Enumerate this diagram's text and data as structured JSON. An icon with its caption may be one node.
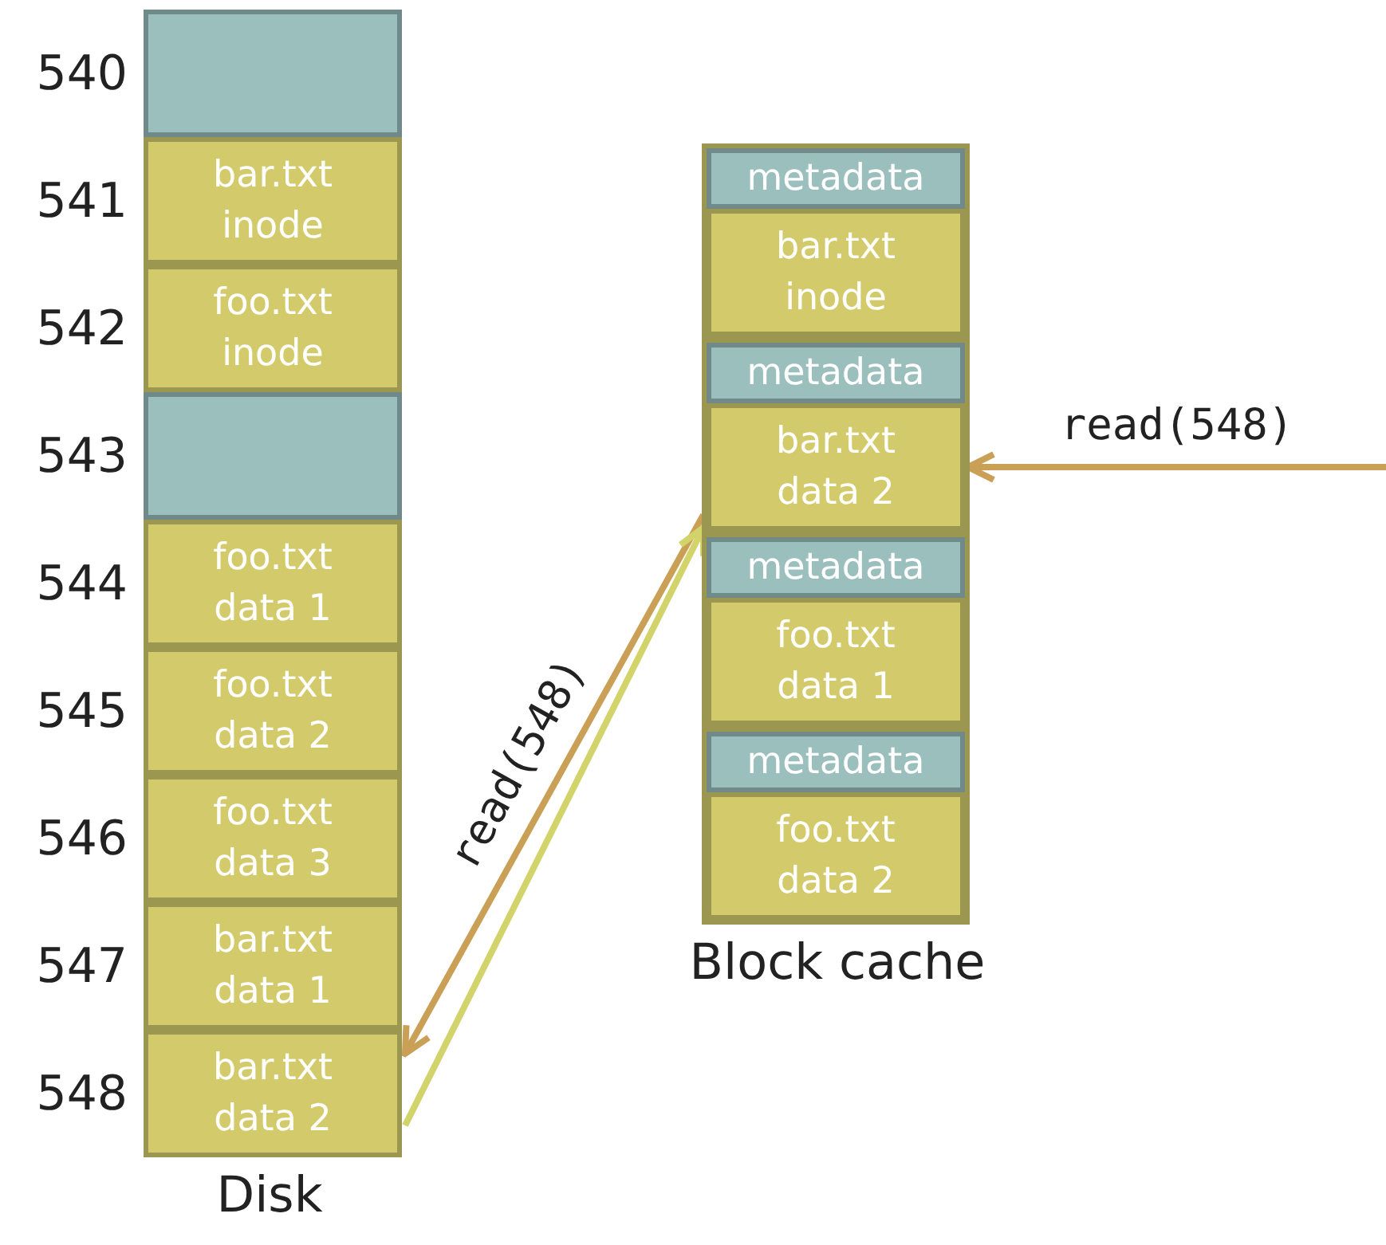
{
  "diagram": {
    "nodes": [
      {
        "text": [
          "Disk"
        ]
      },
      {
        "text": [],
        "shape": "box",
        "in": 0,
        "beside": [
          "540"
        ]
      },
      {
        "text": [
          "bar.txt inode"
        ],
        "in": 0,
        "beside": [
          "541"
        ]
      },
      {
        "text": [
          "foo.txt inode"
        ],
        "in": 0,
        "beside": [
          "542"
        ]
      },
      {
        "text": [],
        "shape": "box",
        "in": 0,
        "beside": [
          "543"
        ]
      },
      {
        "text": [
          "foo.txt data 1"
        ],
        "in": 0,
        "beside": [
          "544"
        ]
      },
      {
        "text": [
          "foo.txt data 2"
        ],
        "in": 0,
        "beside": [
          "545"
        ]
      },
      {
        "text": [
          "foo.txt data 3"
        ],
        "in": 0,
        "beside": [
          "546"
        ]
      },
      {
        "text": [
          "bar.txt data 1"
        ],
        "in": 0,
        "beside": [
          "547"
        ]
      },
      {
        "text": [
          "bar.txt data 2"
        ],
        "in": 0,
        "beside": [
          "548"
        ]
      },
      {
        "text": [
          "Block cache"
        ]
      },
      {
        "text": [
          "metadata"
        ],
        "in": 10
      },
      {
        "text": [
          "bar.txt inode"
        ],
        "in": 10
      },
      {
        "text": [
          "metadata"
        ],
        "in": 10
      },
      {
        "text": [
          "bar.txt data 2"
        ],
        "in": 10
      },
      {
        "text": [
          "metadata"
        ],
        "in": 10
      },
      {
        "text": [
          "foo.txt data 1"
        ],
        "in": 10
      },
      {
        "text": [
          "metadata"
        ],
        "in": 10
      },
      {
        "text": [
          "foo.txt data 2"
        ],
        "in": 10
      }
    ],
    "edges": [
      {
        "from": null,
        "to": 14,
        "arrow": "to",
        "label": "read(548)",
        "color": "#c9a055"
      },
      {
        "from": 14,
        "to": 9,
        "arrow": "to",
        "label": "read(548)",
        "color": "#c9a055"
      },
      {
        "from": 9,
        "to": 14,
        "arrow": "to",
        "color": "#d2d36a"
      }
    ]
  }
}
